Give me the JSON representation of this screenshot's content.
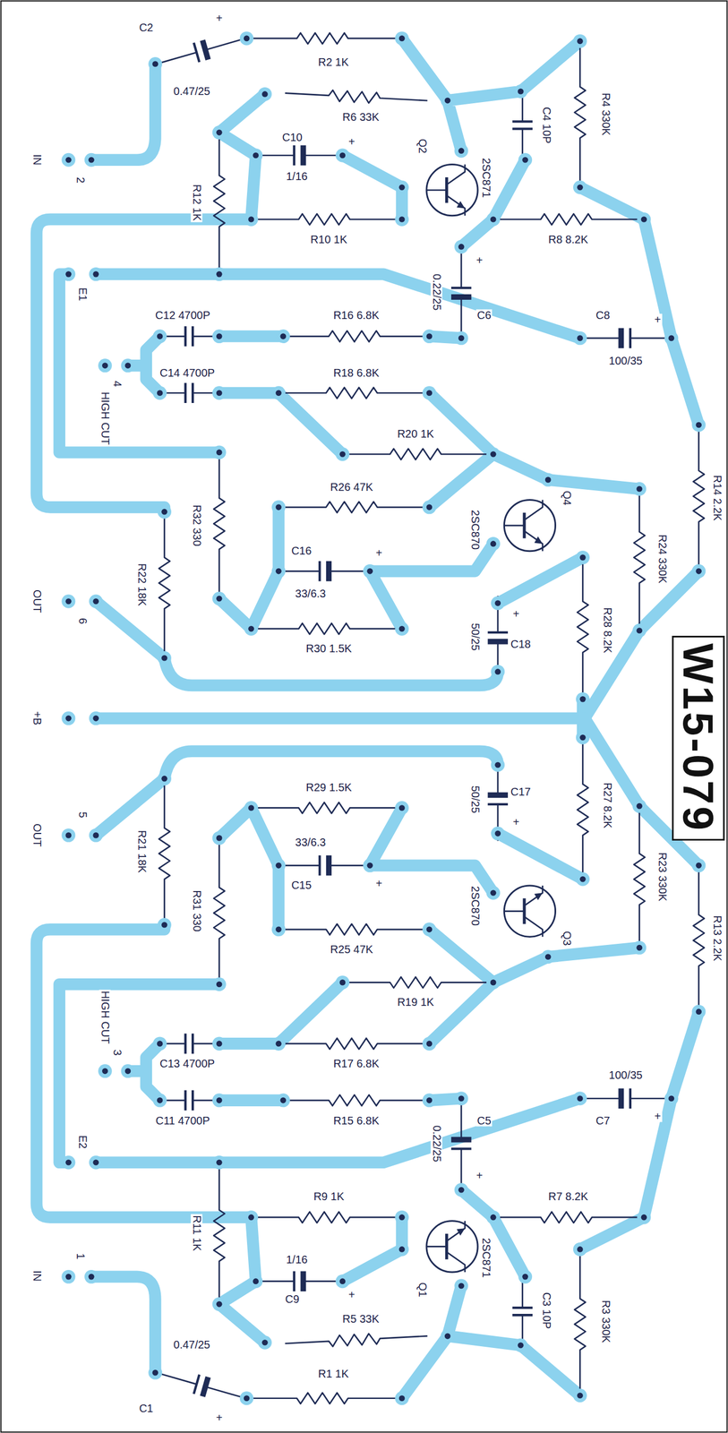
{
  "diagram": {
    "nodes": [
      {
        "text": [
          "W15-079"
        ]
      }
    ],
    "labels": [
      "C2",
      "+",
      "R2 1K",
      "0.47/25",
      "R4 330K",
      "R6 33K",
      "C4 10P",
      "C10",
      "+",
      "Q2",
      "IN",
      "2SC871",
      "1/16",
      "2",
      "R12 1K",
      "R10 1K",
      "R8 8.2K",
      "+",
      "0.22/25",
      "E1",
      "C12 4700P",
      "R16 6.8K",
      "C6",
      "C8",
      "+",
      "100/35",
      "C14 4700P",
      "R18 6.8K",
      "4",
      "HIGH CUT",
      "R20 1K",
      "R26 47K",
      "Q4",
      "R14 2.2K",
      "R32 330",
      "2SC870",
      "C16",
      "+",
      "R24 330K",
      "R22 18K",
      "33/6.3",
      "OUT",
      "+",
      "6",
      "R28 8.2K",
      "50/25",
      "C18",
      "R30 1.5K",
      "+B",
      "R29 1.5K",
      "50/25",
      "C17",
      "R27 8.2K",
      "5",
      "+",
      "OUT",
      "33/6.3",
      "R21 18K",
      "R23 330K",
      "+",
      "C15",
      "2SC870",
      "R31 330",
      "Q3",
      "R13 2.2K",
      "R25 47K",
      "R19 1K",
      "HIGH CUT",
      "3",
      "C13 4700P",
      "R17 6.8K",
      "100/35",
      "+",
      "C11 4700P",
      "R15 6.8K",
      "C5",
      "C7",
      "E2",
      "0.22/25",
      "+",
      "R9 1K",
      "R7 8.2K",
      "R11 1K",
      "1",
      "2SC871",
      "1/16",
      "IN",
      "Q1",
      "+",
      "C9",
      "C3 10P",
      "R5 33K",
      "R3 330K",
      "0.47/25",
      "R1 1K",
      "C1",
      "+"
    ]
  }
}
